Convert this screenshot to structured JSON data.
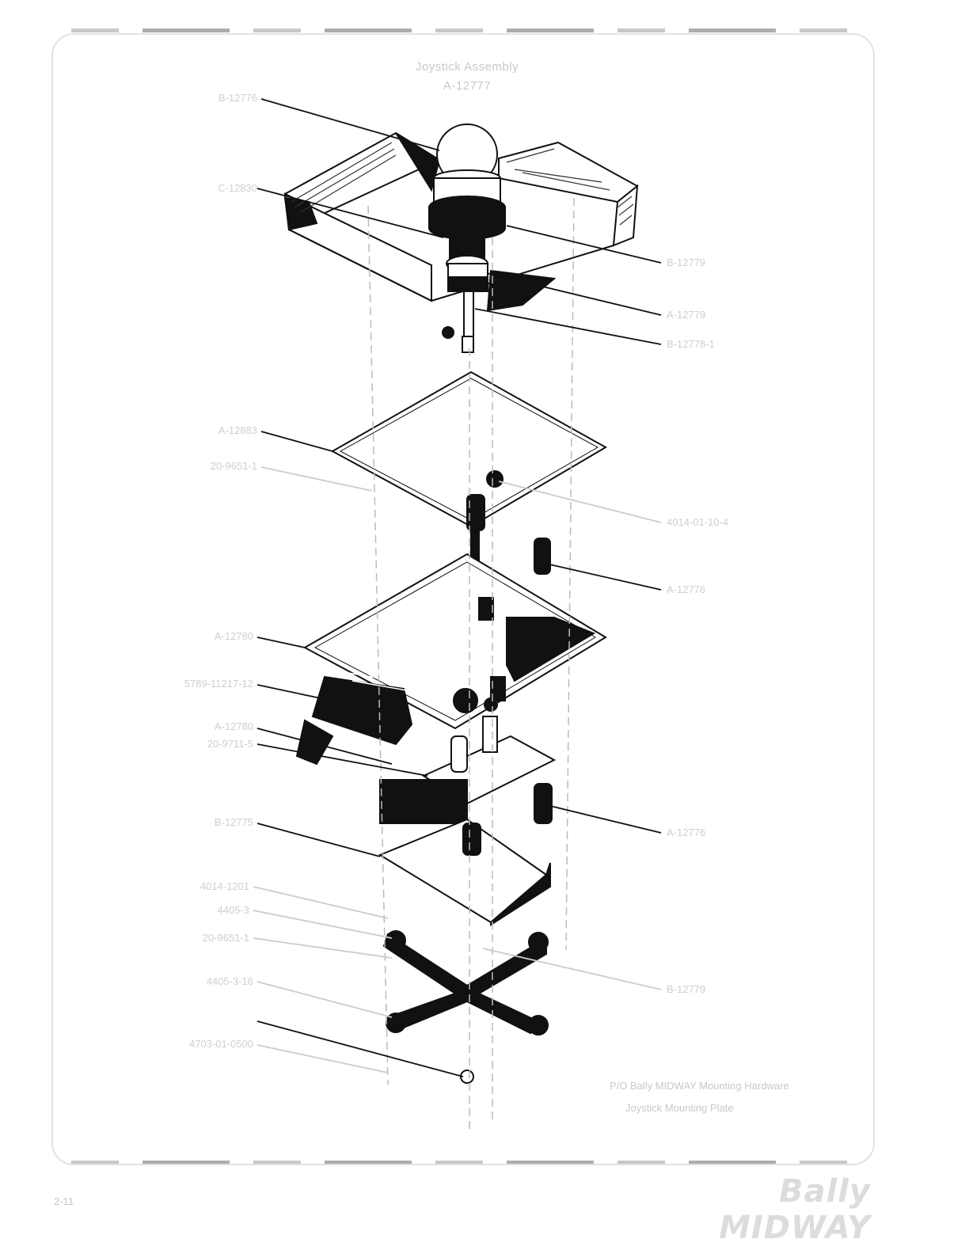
{
  "document": {
    "title_line1": "Joystick Assembly",
    "title_line2": "A-12777",
    "page_number": "2-11",
    "logo_text": "Bally MIDWAY"
  },
  "callouts_left": [
    "B-12776",
    "C-12830",
    "A-12883",
    "20-9651-1",
    "A-12780",
    "5789-11217-12",
    "A-12780",
    "20-9711-5",
    "B-12775",
    "4014-1201",
    "4405-3",
    "20-9651-1",
    "4405-3-16",
    "4703-01-0500"
  ],
  "callouts_right": [
    "B-12779",
    "A-12779",
    "B-12778-1",
    "4014-01-10-4",
    "A-12776",
    "A-12776",
    "B-12779"
  ],
  "note": {
    "line1": "P/O Bally MIDWAY Mounting Hardware",
    "line2": "Joystick Mounting Plate"
  }
}
